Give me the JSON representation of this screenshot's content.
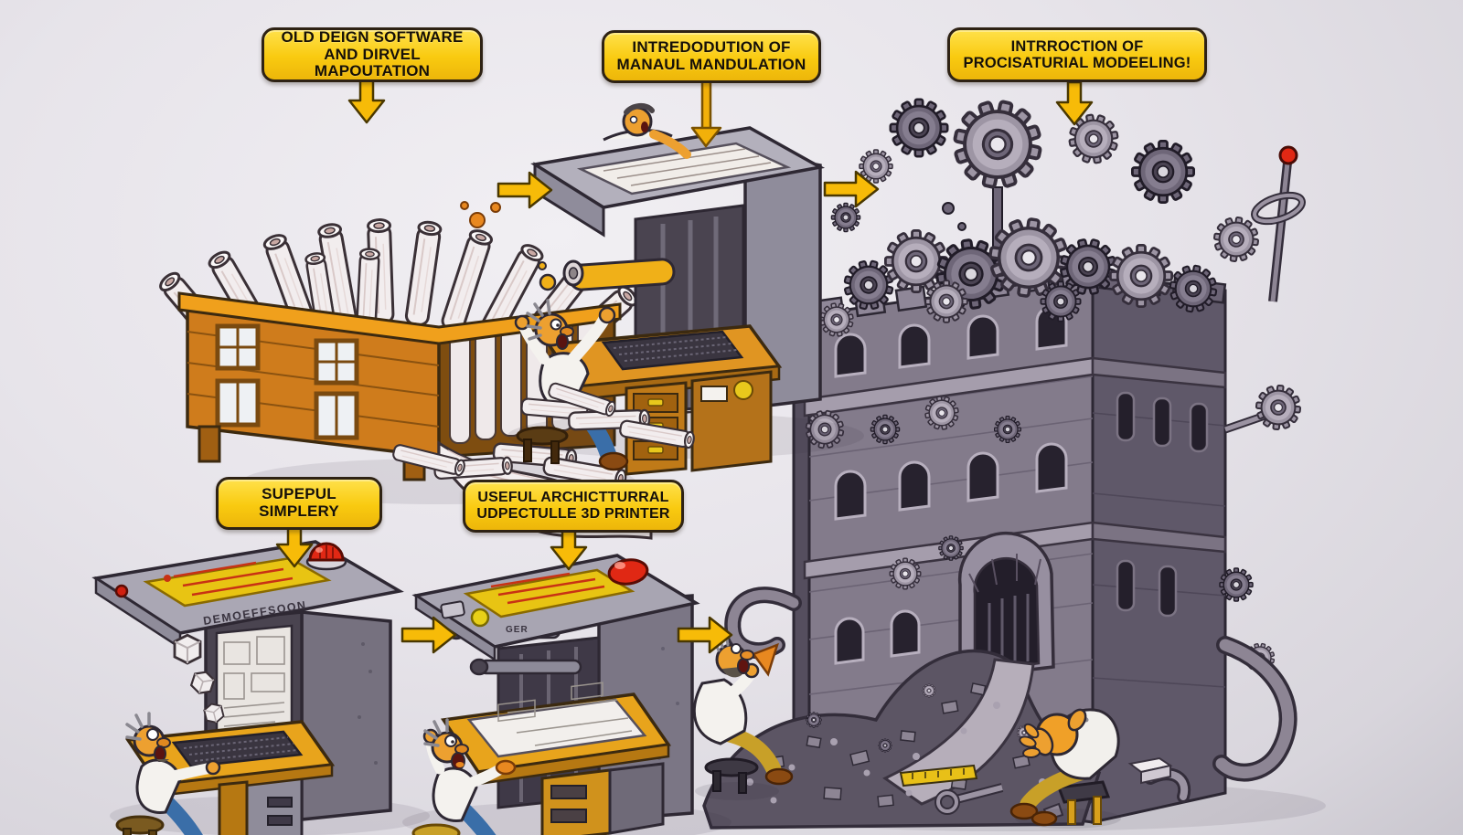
{
  "illustration": {
    "title_present": false,
    "style": "cartoon process flow of design-software evolution"
  },
  "captions": [
    {
      "id": "old-design",
      "line1": "OLD DEIGN SOFTWARE",
      "line2": "AND DIRVEL MAPOUTATION"
    },
    {
      "id": "manual",
      "line1": "INTREDODUTION OF",
      "line2": "MANAUL MANDULATION"
    },
    {
      "id": "procedural",
      "line1": "INTRROCTION OF",
      "line2": "PROCISATURIAL MODEELING!"
    },
    {
      "id": "simple",
      "line1": "SUPEPUL",
      "line2": "SIMPLERY"
    },
    {
      "id": "printer",
      "line1": "USEFUL ARCHICTTURRAL",
      "line2": "UDPECTULLE 3D PRINTER"
    }
  ],
  "machines": {
    "left_label": "DEMOEFFSOON",
    "middle_label": "GER"
  },
  "palette": {
    "caption_yellow": "#f9ca10",
    "caption_border": "#2e2214",
    "arrow_yellow": "#f7bb08",
    "wood_orange": "#cf7c1c",
    "machine_gray": "#a8a5b2",
    "gear_gray": "#9d95a4",
    "stone_purple_gray": "#837b8b",
    "rubble_dark": "#5c5564",
    "alert_red": "#e02814",
    "skin_orange": "#eda030",
    "background": "#e7e4ea"
  }
}
